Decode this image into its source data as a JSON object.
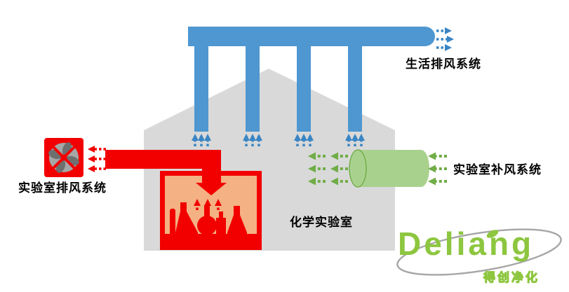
{
  "diagram": {
    "labels": {
      "living_exhaust_system": "生活排风系统",
      "lab_exhaust_system": "实验室排风系统",
      "lab_makeup_air_system": "实验室补风系统",
      "chemical_laboratory": "化学实验室"
    },
    "colors": {
      "duct_blue": "#4E97D1",
      "arrow_blue": "#3A85C4",
      "exhaust_red": "#F20000",
      "hood_interior": "#F4B183",
      "makeup_green_fill": "#A9D18E",
      "makeup_green_arrow": "#70AD47",
      "house_gray": "#D9D9D9",
      "fan_gray": "#A6A6A6",
      "fan_blade_gray": "#6F6F6F",
      "logo_green": "#8DC63F",
      "swoosh_gray": "#A6A6A6",
      "label_black": "#000000"
    }
  },
  "logo": {
    "brand": "Deliang",
    "subtitle": "得创净化"
  }
}
